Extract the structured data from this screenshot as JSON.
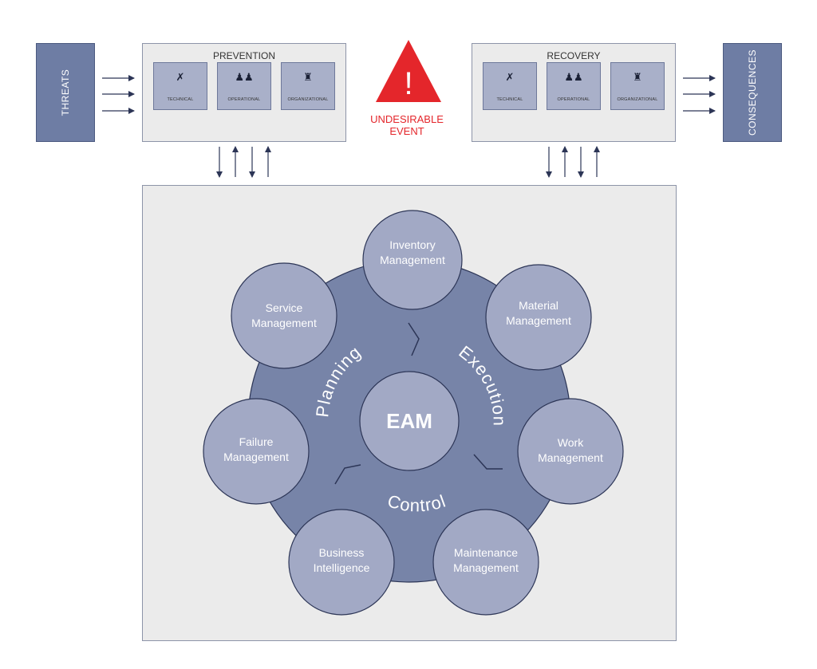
{
  "threats": {
    "label": "THREATS"
  },
  "consequences": {
    "label": "CONSEQUENCES"
  },
  "prevention": {
    "title": "PREVENTION",
    "categories": [
      {
        "label": "TECHNICAL",
        "icon": "tools-icon"
      },
      {
        "label": "OPERATIONAL",
        "icon": "people-icon"
      },
      {
        "label": "ORGANIZATIONAL",
        "icon": "businessman-icon"
      }
    ]
  },
  "recovery": {
    "title": "RECOVERY",
    "categories": [
      {
        "label": "TECHNICAL",
        "icon": "tools-icon"
      },
      {
        "label": "OPERATIONAL",
        "icon": "people-icon"
      },
      {
        "label": "ORGANIZATIONAL",
        "icon": "businessman-icon"
      }
    ]
  },
  "event": {
    "symbol": "!",
    "line1": "UNDESIRABLE",
    "line2": "EVENT",
    "color": "#e4262b"
  },
  "eam": {
    "center": "EAM",
    "phases": [
      "Planning",
      "Execution",
      "Control"
    ],
    "modules": [
      {
        "line1": "Inventory",
        "line2": "Management"
      },
      {
        "line1": "Material",
        "line2": "Management"
      },
      {
        "line1": "Work",
        "line2": "Management"
      },
      {
        "line1": "Maintenance",
        "line2": "Management"
      },
      {
        "line1": "Business",
        "line2": "Intelligence"
      },
      {
        "line1": "Failure",
        "line2": "Management"
      },
      {
        "line1": "Service",
        "line2": "Management"
      }
    ]
  },
  "colors": {
    "block_fill": "#6e7da4",
    "hub_fill": "#7784a8",
    "circle_fill": "#a2a9c5",
    "circle_stroke": "#2c3556",
    "arrow": "#2c3556",
    "panel_fill": "#ebebeb",
    "warning_red": "#e4262b"
  }
}
